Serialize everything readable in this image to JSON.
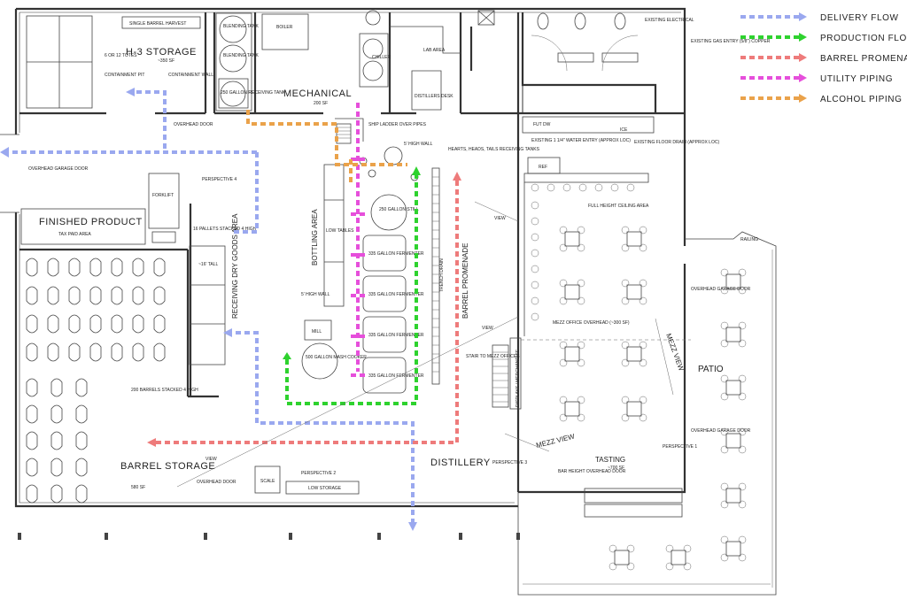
{
  "legend": [
    {
      "label": "DELIVERY FLOW",
      "color": "#9aa8ef"
    },
    {
      "label": "PRODUCTION FLOW",
      "color": "#2ed22e"
    },
    {
      "label": "BARREL PROMENADE",
      "color": "#ee7b7b"
    },
    {
      "label": "UTILITY PIPING",
      "color": "#e64fdb"
    },
    {
      "label": "ALCOHOL PIPING",
      "color": "#eaa24a"
    }
  ],
  "rooms": {
    "single_barrel_harvest": "SINGLE BARREL HARVEST",
    "h3_storage": "H-3 STORAGE",
    "h3_area": "~350 SF",
    "totes": "6 OR 12 TOTES",
    "containment_pit": "CONTAINMENT PIT",
    "containment_wall": "CONTAINMENT WALL",
    "blending_tank": "BLENDING TANK",
    "receiving_tank": "250 GALLON RECEIVING TANK",
    "boiler": "BOILER",
    "mechanical": "MECHANICAL",
    "mechanical_area": "200 SF",
    "chiller": "CHILLER",
    "lab_area": "LAB AREA",
    "distillers_desk": "DISTILLERS DESK",
    "existing_electrical": "EXISTING ELECTRICAL",
    "existing_gas": "EXISTING GAS ENTRY (5/8\") COPPER",
    "overhead_door": "OVERHEAD DOOR",
    "overhead_garage_door": "OVERHEAD GARAGE DOOR",
    "ship_ladder": "SHIP LADDER OVER PIPES",
    "high_wall": "5' HIGH WALL",
    "hearts_heads_tails": "HEARTS, HEADS, TAILS RECEIVING TANKS",
    "existing_water": "EXISTING 1 1/4\" WATER ENTRY (APPROX LOC)",
    "existing_floor_drain": "EXISTING FLOOR DRAIN (APPROX LOC)",
    "fut_dw": "FUT DW",
    "ice": "ICE",
    "ref": "REF",
    "perspective_4": "PERSPECTIVE 4",
    "forklift": "FORKLIFT",
    "finished_product": "FINISHED PRODUCT",
    "tax_paid_area": "TAX PAID AREA",
    "pallets": "16 PALLETS STACKED 4 HIGH",
    "tall": "~16' TALL",
    "receiving_dry_goods": "RECEIVING DRY GOODS AREA",
    "bottling_area": "BOTTLING AREA",
    "low_tables": "LOW TABLES",
    "still": "250 GALLON STILL",
    "fermenter": "335 GALLON FERMENTER",
    "trench_drain": "TRENCH DRAIN",
    "barrel_promenade": "BARREL PROMENADE",
    "view": "VIEW",
    "full_height_ceiling": "FULL HEIGHT CEILING AREA",
    "railing": "RAILING",
    "mill": "MILL",
    "mash_cooker": "500 GALLON MASH COOKER",
    "stair_to_mezz": "STAIR TO MEZZ OFFICES",
    "displays": "DISPLAYS / MERCHANDISE",
    "mezz_office": "MEZZ OFFICE OVERHEAD (~300 SF)",
    "mezz_view": "MEZZ VIEW",
    "patio": "PATIO",
    "barrels_stacked": "200 BARRELS STACKED 4 HIGH",
    "barrel_storage": "BARREL STORAGE",
    "barrel_storage_area": "580 SF",
    "scale": "SCALE",
    "perspective_2": "PERSPECTIVE 2",
    "low_storage": "LOW STORAGE",
    "distillery": "DISTILLERY",
    "perspective_3": "PERSPECTIVE 3",
    "tasting": "TASTING",
    "tasting_area": "~700 SF",
    "perspective_1": "PERSPECTIVE 1",
    "bar_height_door": "BAR HEIGHT OVERHEAD DOOR"
  }
}
